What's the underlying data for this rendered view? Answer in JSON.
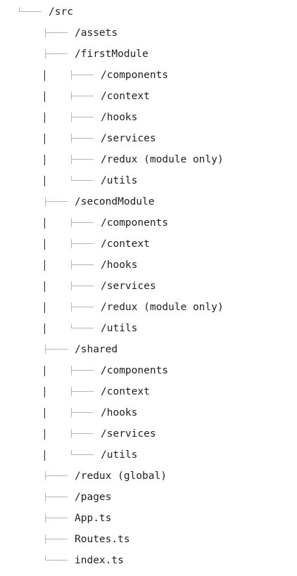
{
  "tree": [
    {
      "label": "/src",
      "depth": 0,
      "last": true
    },
    {
      "label": "/assets",
      "depth": 1,
      "last": false
    },
    {
      "label": "/firstModule",
      "depth": 1,
      "last": false
    },
    {
      "label": "/components",
      "depth": 2,
      "last": false
    },
    {
      "label": "/context",
      "depth": 2,
      "last": false
    },
    {
      "label": "/hooks",
      "depth": 2,
      "last": false
    },
    {
      "label": "/services",
      "depth": 2,
      "last": false
    },
    {
      "label": "/redux (module only)",
      "depth": 2,
      "last": false
    },
    {
      "label": "/utils",
      "depth": 2,
      "last": true
    },
    {
      "label": "/secondModule",
      "depth": 1,
      "last": false
    },
    {
      "label": "/components",
      "depth": 2,
      "last": false
    },
    {
      "label": "/context",
      "depth": 2,
      "last": false
    },
    {
      "label": "/hooks",
      "depth": 2,
      "last": false
    },
    {
      "label": "/services",
      "depth": 2,
      "last": false
    },
    {
      "label": "/redux (module only)",
      "depth": 2,
      "last": false
    },
    {
      "label": "/utils",
      "depth": 2,
      "last": true
    },
    {
      "label": "/shared",
      "depth": 1,
      "last": false
    },
    {
      "label": "/components",
      "depth": 2,
      "last": false
    },
    {
      "label": "/context",
      "depth": 2,
      "last": false
    },
    {
      "label": "/hooks",
      "depth": 2,
      "last": false
    },
    {
      "label": "/services",
      "depth": 2,
      "last": false
    },
    {
      "label": "/utils",
      "depth": 2,
      "last": true
    },
    {
      "label": "/redux (global)",
      "depth": 1,
      "last": false
    },
    {
      "label": "/pages",
      "depth": 1,
      "last": false
    },
    {
      "label": "App.ts",
      "depth": 1,
      "last": false
    },
    {
      "label": "Routes.ts",
      "depth": 1,
      "last": false
    },
    {
      "label": "index.ts",
      "depth": 1,
      "last": true
    }
  ]
}
